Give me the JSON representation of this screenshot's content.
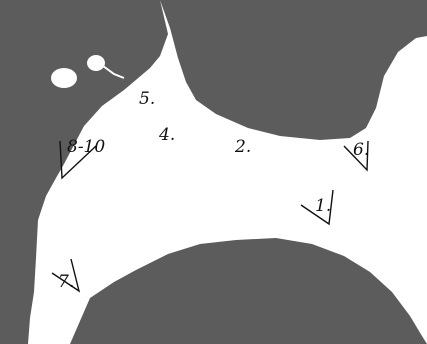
{
  "colors": {
    "land": "#5c5c5c",
    "water": "#ffffff",
    "marker": "#111111",
    "label": "#111111"
  },
  "labels": {
    "site_1": "1.",
    "site_2": "2.",
    "site_4": "4.",
    "site_5": "5.",
    "site_6": "6.",
    "site_7": "7.",
    "site_8_10": "8-10"
  }
}
